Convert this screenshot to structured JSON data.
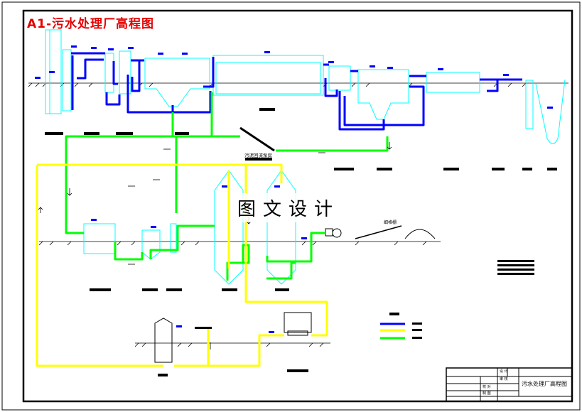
{
  "sheet": {
    "title": "A1-污水处理厂高程图",
    "watermark": "图文设计"
  },
  "annotations": {
    "sludge_label": "污泥回流泵房",
    "screen_label": "细格栅"
  },
  "title_block": {
    "drawing_name": "污水处理厂高程图",
    "row_labels": [
      "设 计",
      "审 核",
      "校 对",
      "制 图"
    ]
  },
  "legend": {
    "items": [
      {
        "name": "",
        "color": "#0000ff"
      },
      {
        "name": "",
        "color": "#ffff00"
      },
      {
        "name": "",
        "color": "#00ff00"
      }
    ]
  },
  "colors": {
    "sewage_pipe": "#0000ff",
    "sludge_pipe": "#ffff00",
    "return_pipe": "#00ff00",
    "structure": "#00ffff",
    "ground": "#000000",
    "title_red": "#e60000"
  }
}
